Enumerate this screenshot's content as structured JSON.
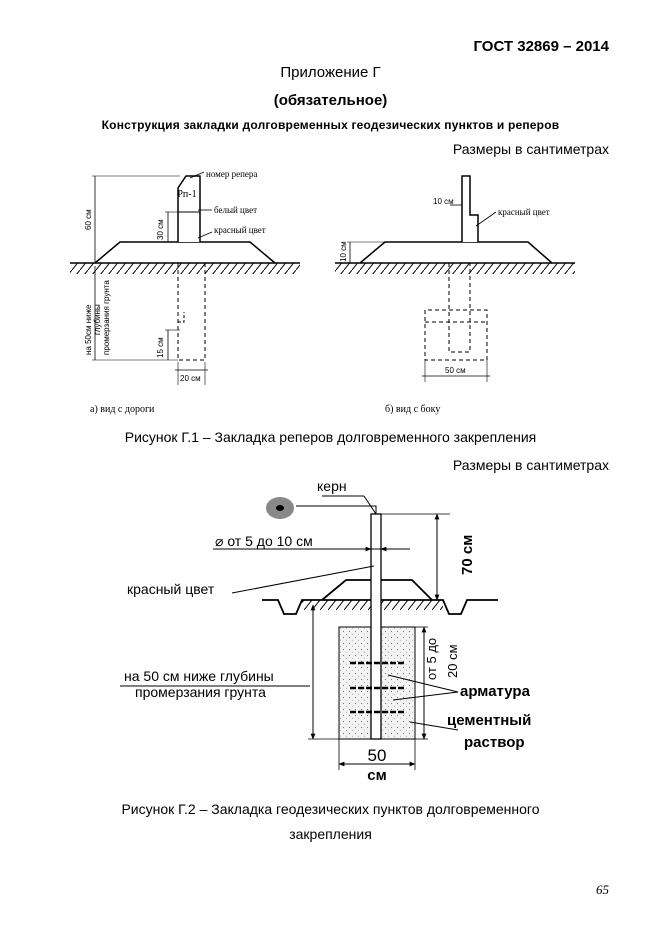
{
  "header": {
    "standard": "ГОСТ 32869 – 2014",
    "appendix_title": "Приложение Г",
    "appendix_status": "(обязательное)",
    "heading": "Конструкция закладки долговременных геодезических пунктов и реперов"
  },
  "units_note_1": "Размеры в сантиметрах",
  "units_note_2": "Размеры в сантиметрах",
  "figure1": {
    "labels": {
      "number": "номер репера",
      "marker": "Рп-1",
      "white": "белый цвет",
      "red": "красный цвет",
      "red_side": "красный цвет",
      "h60": "60 см",
      "h30": "30 см",
      "w10": "10 см",
      "h10": "10 см",
      "h15": "15 см",
      "w20": "20 см",
      "w50": "50 см",
      "depth_1": "на 50см ниже",
      "depth_2": "глубины",
      "depth_3": "промерзания грунта",
      "view_a": "а) вид с дороги",
      "view_b": "б) вид с боку"
    },
    "caption": "Рисунок Г.1 – Закладка реперов долговременного закрепления"
  },
  "figure2": {
    "labels": {
      "core": "керн",
      "diameter": "⌀ от 5 до 10 см",
      "h70": "70 см",
      "red": "красный цвет",
      "depth_1": "на 50 см ниже глубины",
      "depth_2": "промерзания грунта",
      "from": "от 5 до",
      "h20": "20 см",
      "rebar": "арматура",
      "cement_1": "цементный",
      "cement_2": "раствор",
      "w50": "50",
      "cm": "см"
    },
    "caption_line1": "Рисунок Г.2 – Закладка геодезических пунктов долговременного",
    "caption_line2": "закрепления"
  },
  "page_number": "65"
}
